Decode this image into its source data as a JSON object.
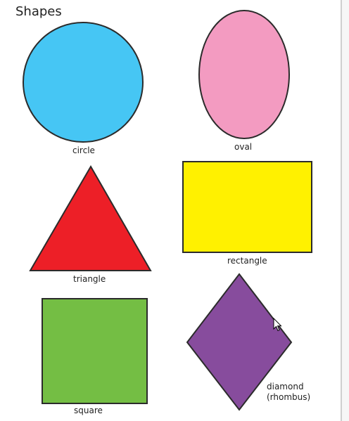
{
  "page": {
    "title": "Shapes"
  },
  "shapes": [
    {
      "name": "circle",
      "label": "circle",
      "color": "#46c6f4"
    },
    {
      "name": "oval",
      "label": "oval",
      "color": "#f39bc1"
    },
    {
      "name": "triangle",
      "label": "triangle",
      "color": "#ed1f27"
    },
    {
      "name": "rectangle",
      "label": "rectangle",
      "color": "#fff100"
    },
    {
      "name": "square",
      "label": "square",
      "color": "#74be44"
    },
    {
      "name": "diamond",
      "label": "diamond\n(rhombus)",
      "color": "#874c9d"
    }
  ],
  "outline_color": "#2b2b2b",
  "cursor_icon": "mouse-pointer-icon"
}
